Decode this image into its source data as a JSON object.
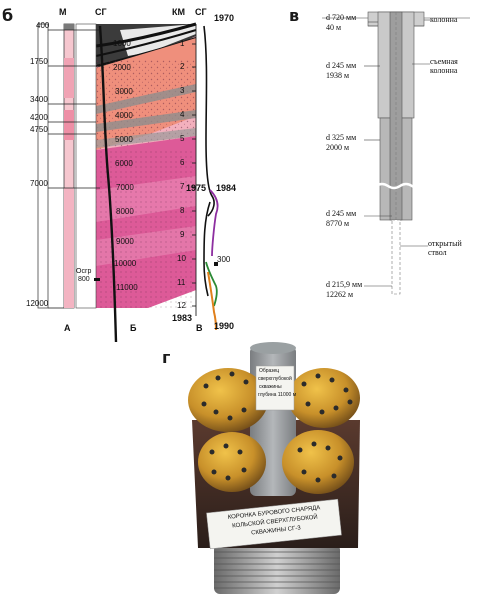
{
  "panels": {
    "b": {
      "letter": "б",
      "col_a_header": "M",
      "col_b_header": "СГ",
      "col_a_footer": "A",
      "col_b_footer": "Б",
      "col_a_depths": [
        "400",
        "1750",
        "3400",
        "4200",
        "4750",
        "7000",
        "12000"
      ],
      "inner_depths": [
        "1000",
        "2000",
        "3000",
        "4000",
        "5000",
        "6000",
        "7000",
        "8000",
        "9000",
        "10000",
        "11000"
      ],
      "marker_label_line1": "Осгр",
      "marker_label_line2": "800",
      "km_header": "КМ",
      "sg_header": "СГ",
      "km_ticks": [
        "1",
        "2",
        "3",
        "4",
        "5",
        "6",
        "7",
        "8",
        "9",
        "10",
        "11",
        "12"
      ],
      "year_top": "1970",
      "year_1975": "1975",
      "year_1984": "1984",
      "label_300": "300",
      "year_1983": "1983",
      "year_1990": "1990",
      "km_footer": "B"
    },
    "v": {
      "letter": "в",
      "annotations": [
        {
          "key": "d720",
          "line1": "d 720 мм",
          "line2": "40 м"
        },
        {
          "key": "d245a",
          "line1": "d 245 мм",
          "line2": "1938 м"
        },
        {
          "key": "d325",
          "line1": "d 325 мм",
          "line2": "2000 м"
        },
        {
          "key": "d245b",
          "line1": "d 245 мм",
          "line2": "8770 м"
        },
        {
          "key": "d2159",
          "line1": "d 215,9 мм",
          "line2": "12262 м"
        }
      ],
      "kolonna": "колонна",
      "sem_line1": "съемная",
      "sem_line2": "колонна",
      "open_line1": "открытый",
      "open_line2": "ствол"
    },
    "g": {
      "letter": "г",
      "core_label": [
        "Образец",
        "сверхглубокой",
        "скважины",
        "глубина 11000 м"
      ],
      "bit_label": [
        "КОРОНКА БУРОВОГО СНАРЯДА",
        "КОЛЬСКОЙ СВЕРХГЛУБОКОЙ",
        "СКВАЖИНЫ СГ-3"
      ]
    }
  },
  "colors": {
    "pink_light": "#f3b8c4",
    "pink_mid": "#e56d93",
    "salmon": "#ef8f7c",
    "magenta": "#d64a94",
    "grey_band": "#8d8d8d",
    "purple_curve": "#8d2ea0",
    "green_curve": "#2c8a35",
    "orange_curve": "#e0801c",
    "well_grey": "#a8a8a8"
  }
}
